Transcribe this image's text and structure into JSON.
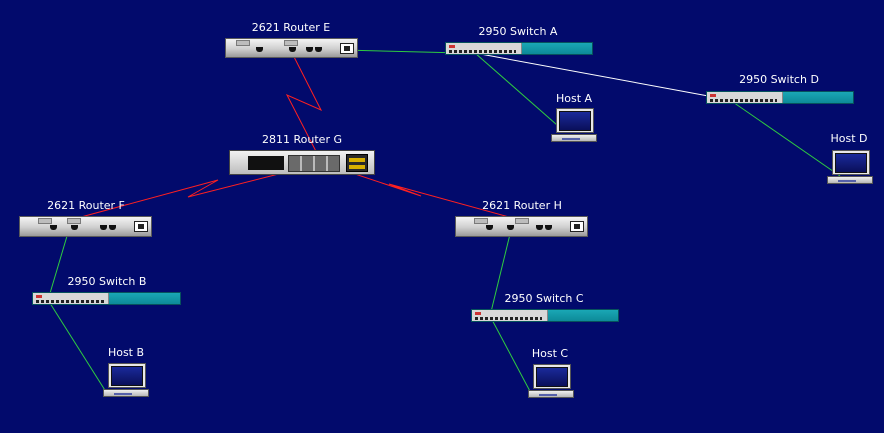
{
  "diagram": {
    "background": "#020a6c",
    "colors": {
      "serial_link": "#ff2020",
      "ethernet_link": "#2ecc40",
      "crossover_link": "#ffffff"
    },
    "devices": [
      {
        "id": "router-e",
        "label": "2621 Router E",
        "type": "router",
        "model": "2621"
      },
      {
        "id": "switch-a",
        "label": "2950 Switch A",
        "type": "switch",
        "model": "2950"
      },
      {
        "id": "host-a",
        "label": "Host A",
        "type": "host"
      },
      {
        "id": "switch-d",
        "label": "2950 Switch D",
        "type": "switch",
        "model": "2950"
      },
      {
        "id": "host-d",
        "label": "Host D",
        "type": "host"
      },
      {
        "id": "router-g",
        "label": "2811 Router G",
        "type": "router",
        "model": "2811"
      },
      {
        "id": "router-f",
        "label": "2621 Router F",
        "type": "router",
        "model": "2621"
      },
      {
        "id": "router-h",
        "label": "2621 Router H",
        "type": "router",
        "model": "2621"
      },
      {
        "id": "switch-b",
        "label": "2950 Switch B",
        "type": "switch",
        "model": "2950"
      },
      {
        "id": "host-b",
        "label": "Host B",
        "type": "host"
      },
      {
        "id": "switch-c",
        "label": "2950 Switch C",
        "type": "switch",
        "model": "2950"
      },
      {
        "id": "host-c",
        "label": "Host C",
        "type": "host"
      }
    ],
    "links": [
      {
        "from": "router-e",
        "to": "router-g",
        "type": "serial"
      },
      {
        "from": "router-g",
        "to": "router-f",
        "type": "serial"
      },
      {
        "from": "router-g",
        "to": "router-h",
        "type": "serial"
      },
      {
        "from": "router-e",
        "to": "switch-a",
        "type": "ethernet"
      },
      {
        "from": "switch-a",
        "to": "host-a",
        "type": "ethernet"
      },
      {
        "from": "switch-a",
        "to": "switch-d",
        "type": "crossover"
      },
      {
        "from": "switch-d",
        "to": "host-d",
        "type": "ethernet"
      },
      {
        "from": "router-f",
        "to": "switch-b",
        "type": "ethernet"
      },
      {
        "from": "switch-b",
        "to": "host-b",
        "type": "ethernet"
      },
      {
        "from": "router-h",
        "to": "switch-c",
        "type": "ethernet"
      },
      {
        "from": "switch-c",
        "to": "host-c",
        "type": "ethernet"
      }
    ]
  }
}
